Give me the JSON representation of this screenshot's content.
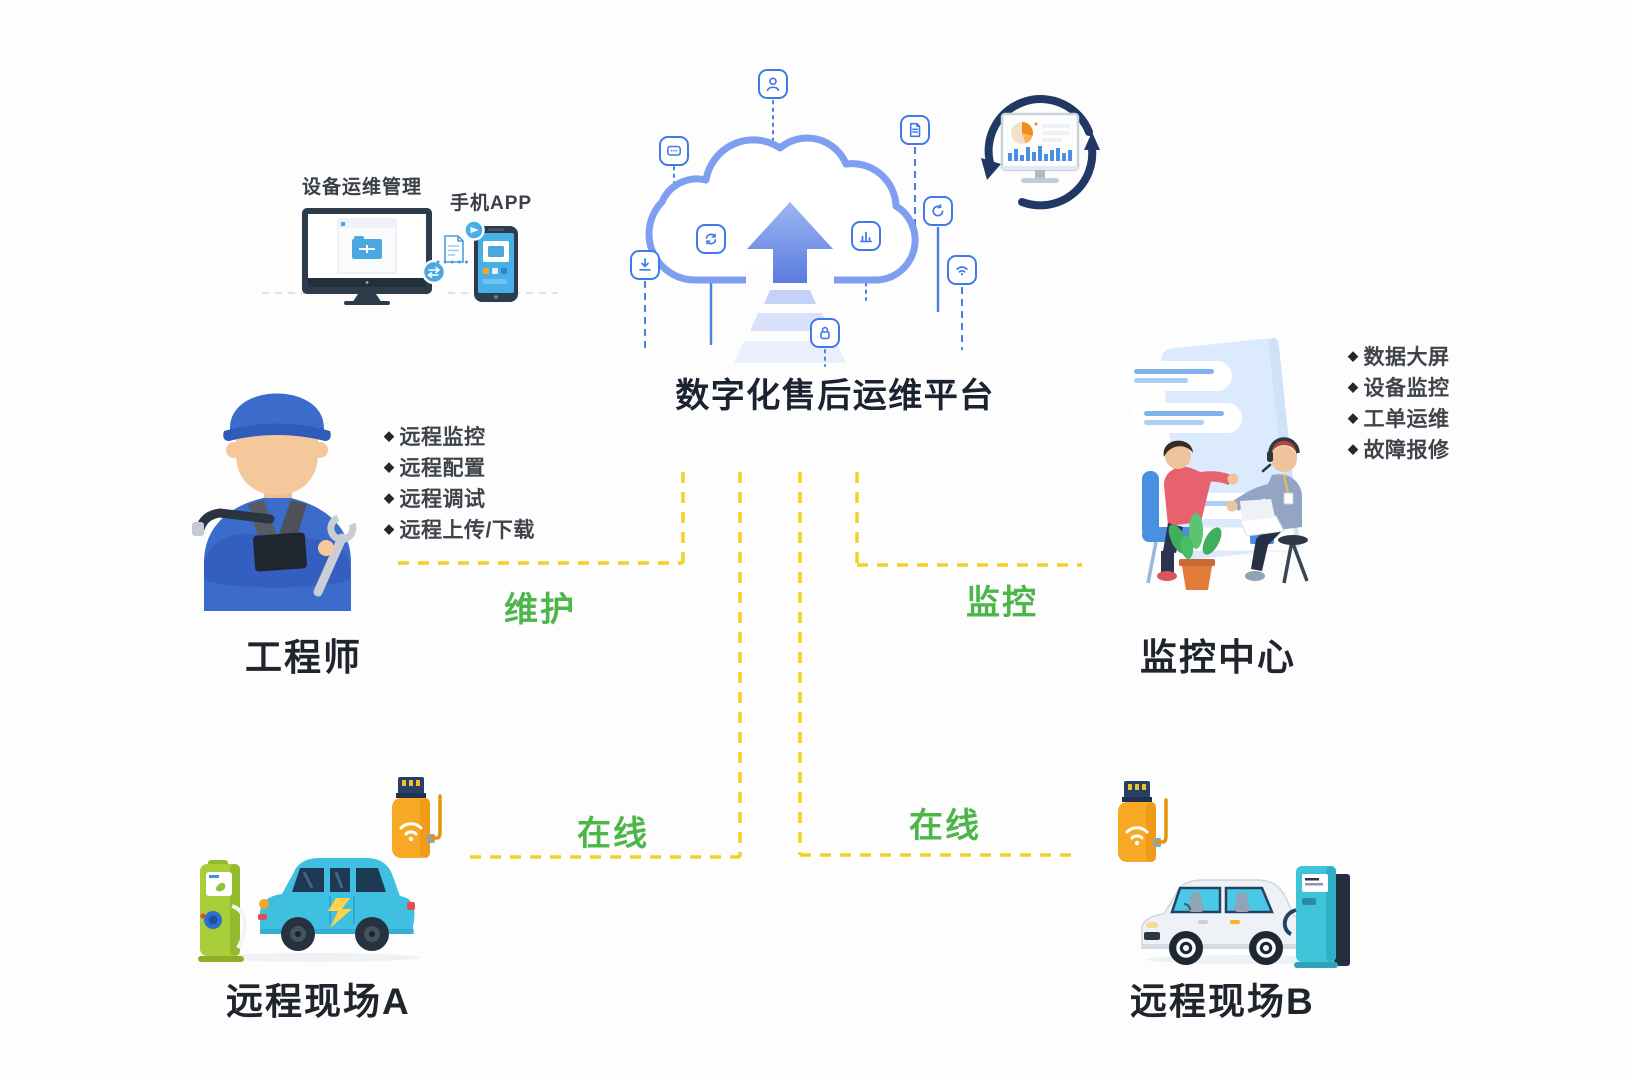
{
  "title": "数字化售后运维平台",
  "device_mgmt": {
    "label": "设备运维管理",
    "phone_label": "手机APP"
  },
  "engineer": {
    "name": "工程师",
    "features": [
      "远程监控",
      "远程配置",
      "远程调试",
      "远程上传/下载"
    ]
  },
  "monitoring": {
    "name": "监控中心",
    "features": [
      "数据大屏",
      "设备监控",
      "工单运维",
      "故障报修"
    ]
  },
  "sites": {
    "a": "远程现场A",
    "b": "远程现场B"
  },
  "links": {
    "maintenance": "维护",
    "monitor": "监控",
    "online_left": "在线",
    "online_right": "在线"
  },
  "ui": {
    "bullet": "◆"
  },
  "cloud_icons": [
    "user",
    "message",
    "document",
    "sync",
    "bar-chart",
    "download",
    "refresh",
    "wifi",
    "lock"
  ],
  "colors": {
    "cloud_blue": "#7e9ef0",
    "icon_blue": "#3f7ae8",
    "dash_yellow": "#f2d321",
    "green": "#4cb649",
    "dark_text": "#1b2230",
    "orange": "#f7a825",
    "teal": "#3fc0e0",
    "station_green": "#a8cf3a",
    "navy": "#1f3864"
  }
}
